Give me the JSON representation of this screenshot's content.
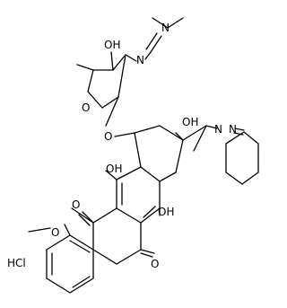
{
  "diagram": {
    "type": "chemical-structure",
    "atom_labels": {
      "n_dimethyl": "N",
      "n_imine_sugar": "N",
      "oh_sugar": "OH",
      "o_ring": "O",
      "o_glycosidic": "O",
      "oh_c9": "OH",
      "n_hydrazone_1": "N",
      "n_hydrazone_2": "N",
      "oh_c6": "OH",
      "oh_c11": "OH",
      "o_quinone_top": "O",
      "o_quinone_bottom": "O",
      "o_methoxy": "O"
    },
    "salt": "HCl"
  }
}
